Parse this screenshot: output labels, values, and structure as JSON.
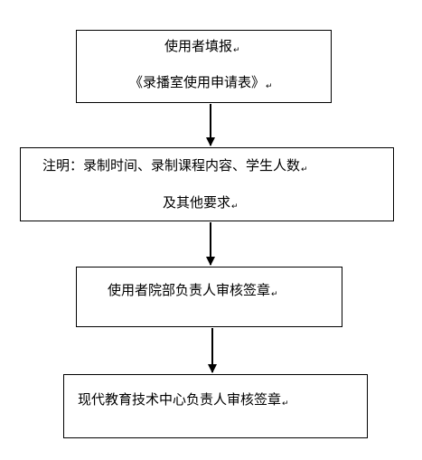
{
  "flowchart": {
    "paragraph_mark": "↵",
    "steps": [
      {
        "lines": [
          "使用者填报",
          "《录播室使用申请表》"
        ]
      },
      {
        "lines": [
          "注明：录制时间、录制课程内容、学生人数",
          "及其他要求"
        ]
      },
      {
        "lines": [
          "使用者院部负责人审核签章"
        ]
      },
      {
        "lines": [
          "现代教育技术中心负责人审核签章"
        ]
      }
    ]
  }
}
